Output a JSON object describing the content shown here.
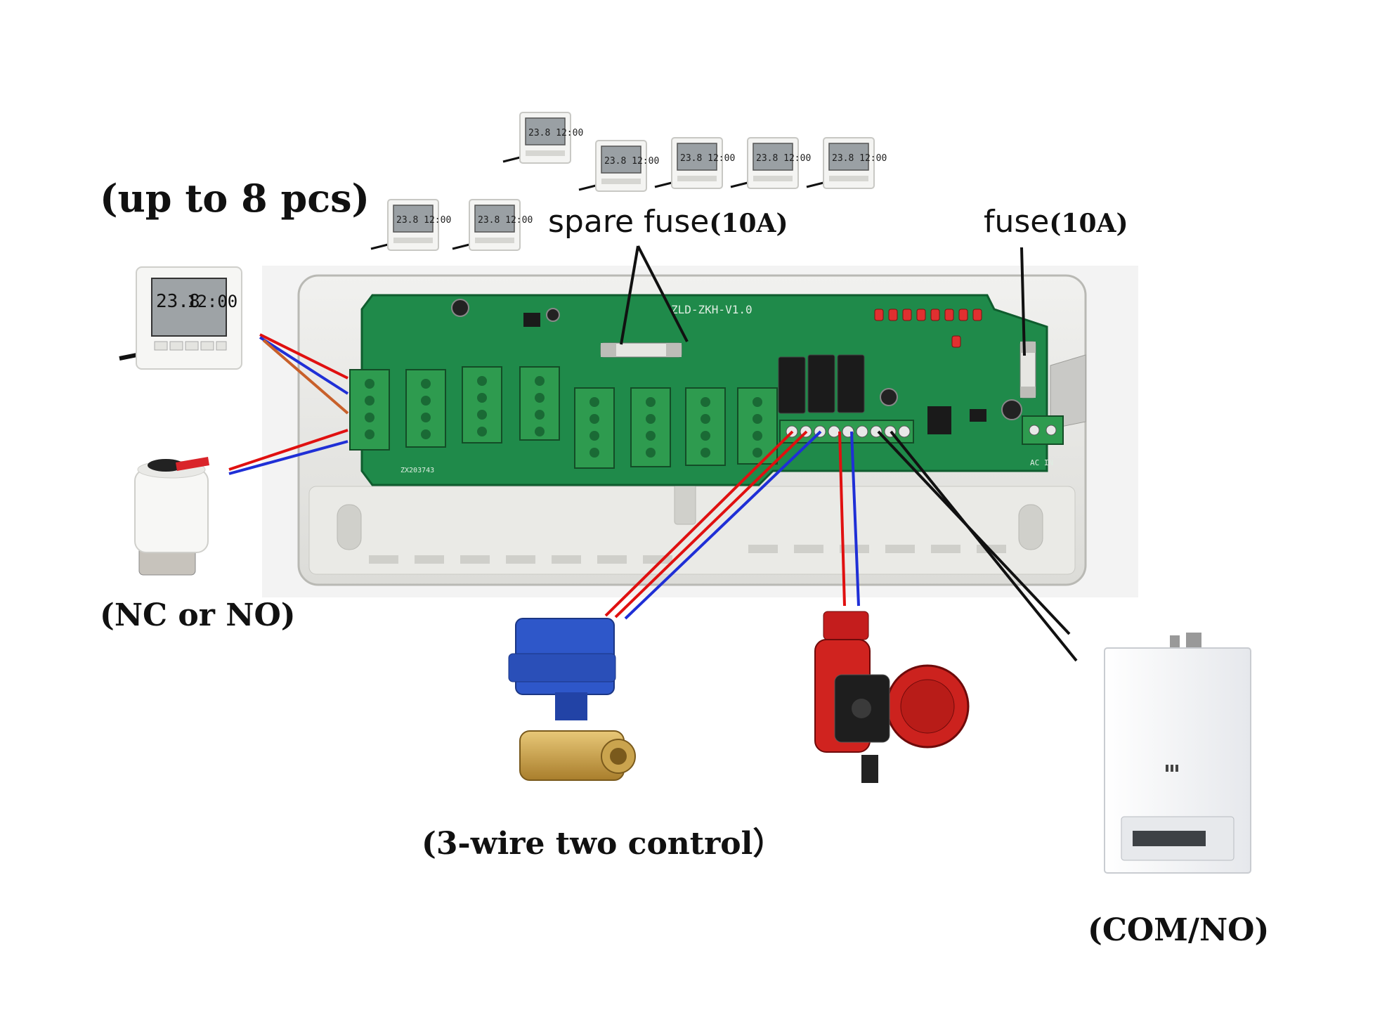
{
  "labels": {
    "thermostat_count": "(up to 8 pcs)",
    "spare_fuse_text": "spare fuse",
    "spare_fuse_rating": "(10A)",
    "fuse_text": "fuse",
    "fuse_rating": "(10A)",
    "actuator_type": "(NC or NO)",
    "valve_type": "(3-wire two control）",
    "boiler_type": "(COM/NO)"
  },
  "board": {
    "model": "ZLD-ZKH-V1.0",
    "serial": "ZX203743",
    "ac_input": "AC IN"
  },
  "thermostat_display": {
    "temperature": "23.8",
    "time": "12:00"
  },
  "colors": {
    "pcb": "#1f8a4a",
    "terminal": "#2e9b4f",
    "wire_red": "#e01010",
    "wire_blue": "#1f2fd6",
    "wire_orange": "#c8602a",
    "wire_black": "#111111"
  }
}
